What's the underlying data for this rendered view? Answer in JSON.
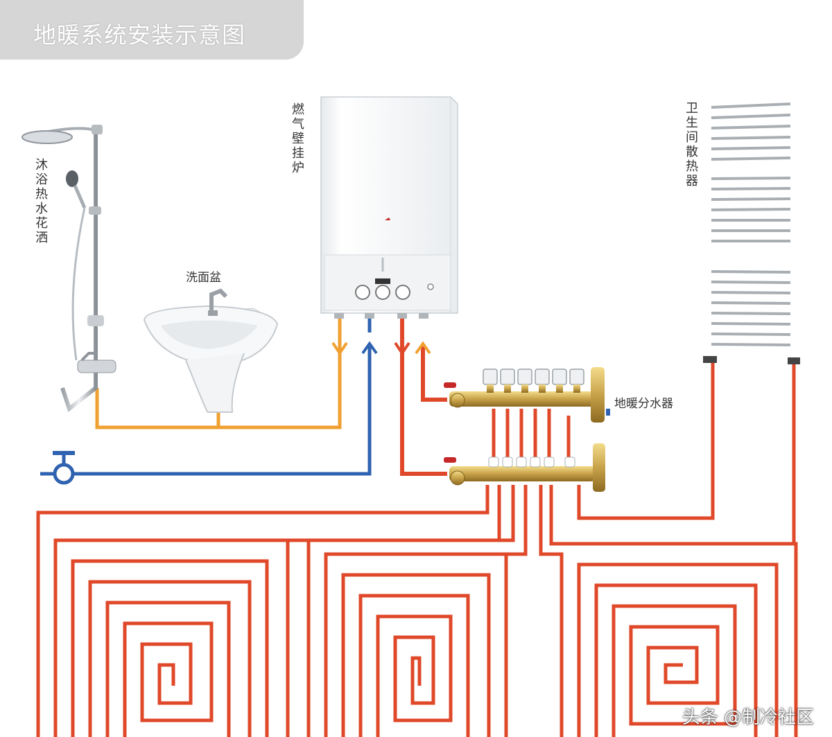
{
  "title": "地暖系统安装示意图",
  "labels": {
    "shower": "沐浴热水花洒",
    "basin": "洗面盆",
    "boiler": "燃气壁挂炉",
    "radiator": "卫生间散热器",
    "manifold": "地暖分水器"
  },
  "watermark": "头条 @制冷社区",
  "colors": {
    "hot_pipe": "#e0482a",
    "cold_pipe": "#2f62b0",
    "domestic_hot_pipe": "#f0a030",
    "brass": "#c8a24a",
    "boiler_body": "#f6f7f8"
  },
  "icons": [
    "shower-icon",
    "basin-icon",
    "boiler-icon",
    "radiator-icon",
    "manifold-icon",
    "valve-icon",
    "flow-arrow-icon"
  ]
}
